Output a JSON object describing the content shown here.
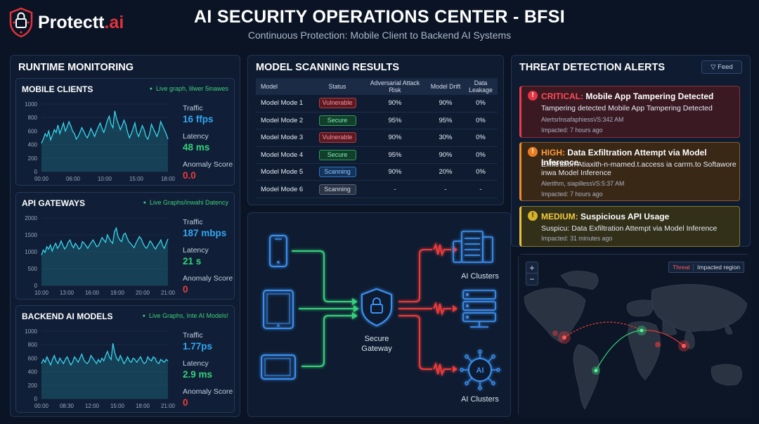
{
  "header": {
    "logo_main": "Protectt",
    "logo_accent": ".ai",
    "title": "AI SECURITY OPERATIONS CENTER - BFSI",
    "subtitle": "Continuous Protection: Mobile Client to Backend AI Systems"
  },
  "runtime": {
    "title": "RUNTIME MONITORING",
    "panels": [
      {
        "name": "MOBILE CLIENTS",
        "note": "Live graph, lilwer 5inawes",
        "y_ticks": [
          "1000",
          "800",
          "600",
          "400",
          "200",
          "0"
        ],
        "y_max": 1000,
        "x_ticks": [
          "00:00",
          "06:00",
          "10:00",
          "15:00",
          "18:00"
        ],
        "series": [
          420,
          480,
          560,
          520,
          600,
          470,
          540,
          620,
          580,
          690,
          560,
          640,
          720,
          600,
          660,
          740,
          680,
          600,
          560,
          480,
          520,
          580,
          650,
          600,
          540,
          500,
          560,
          640,
          580,
          520,
          600,
          660,
          720,
          640,
          580,
          660,
          760,
          820,
          700,
          650,
          900,
          780,
          700,
          620,
          680,
          760,
          700,
          580,
          500,
          560,
          640,
          720,
          580,
          520,
          600,
          680,
          620,
          520,
          480,
          560,
          700,
          640,
          580,
          520,
          600,
          740,
          680,
          620,
          560,
          480
        ],
        "traffic_label": "Traffic",
        "traffic": "16 ffps",
        "latency_label": "Latency",
        "latency": "48 ms",
        "anomaly_label": "Anomaly Score",
        "anomaly": "0.0"
      },
      {
        "name": "API GATEWAYS",
        "note": "Live Graphs/inwahi Datency",
        "y_ticks": [
          "2000",
          "1500",
          "1000",
          "500",
          "0"
        ],
        "y_max": 2000,
        "x_ticks": [
          "10:00",
          "13:00",
          "16:00",
          "19:00",
          "20:00",
          "21:00"
        ],
        "series": [
          900,
          1050,
          980,
          1150,
          1080,
          1200,
          1020,
          1150,
          1250,
          1100,
          1180,
          1320,
          1200,
          1080,
          1150,
          1280,
          1350,
          1200,
          1120,
          1250,
          1180,
          1080,
          1120,
          1300,
          1250,
          1180,
          1100,
          1200,
          1280,
          1350,
          1250,
          1150,
          1180,
          1300,
          1420,
          1350,
          1280,
          1500,
          1400,
          1300,
          1250,
          1600,
          1700,
          1450,
          1350,
          1300,
          1500,
          1550,
          1420,
          1300,
          1250,
          1180,
          1120,
          1250,
          1350,
          1450,
          1380,
          1250,
          1150,
          1100,
          1200,
          1320,
          1250,
          1150,
          1080,
          1180,
          1250,
          1350,
          1180,
          1100,
          1250,
          1380
        ],
        "traffic_label": "Traffic",
        "traffic": "187 mbps",
        "latency_label": "Latency",
        "latency": "21 s",
        "anomaly_label": "Anomaly Score",
        "anomaly": "0"
      },
      {
        "name": "BACKEND AI MODELS",
        "note": "Live Graphs, Inte AI Models!",
        "y_ticks": [
          "1000",
          "800",
          "600",
          "400",
          "200",
          "0"
        ],
        "y_max": 1000,
        "x_ticks": [
          "00:00",
          "08:30",
          "12:00",
          "15:00",
          "18:00",
          "21:00"
        ],
        "series": [
          520,
          580,
          540,
          620,
          560,
          500,
          580,
          640,
          560,
          520,
          600,
          560,
          520,
          580,
          620,
          560,
          500,
          540,
          620,
          580,
          540,
          600,
          660,
          580,
          540,
          520,
          560,
          640,
          600,
          560,
          520,
          580,
          540,
          600,
          560,
          640,
          700,
          620,
          580,
          820,
          680,
          600,
          560,
          640,
          580,
          520,
          560,
          620,
          560,
          540,
          600,
          580,
          540,
          580,
          620,
          560,
          520,
          540,
          620,
          580,
          560,
          620,
          600,
          540,
          520,
          580,
          560,
          540,
          580,
          560
        ],
        "traffic_label": "Traffic",
        "traffic": "1.77ps",
        "latency_label": "Latency",
        "latency": "2.9 ms",
        "anomaly_label": "Anomaly Score",
        "anomaly": "0"
      }
    ]
  },
  "scanning": {
    "title": "MODEL SCANNING RESULTS",
    "columns": [
      "Model",
      "Status",
      "Adversarial Attack Risk",
      "Model Drift",
      "Data Leakage"
    ],
    "rows": [
      {
        "model": "Model Mode 1",
        "status": "Vulnerable",
        "kind": "vuln",
        "risk": "90%",
        "drift": "90%",
        "leak": "0%",
        "risk_c": "red",
        "drift_c": "red",
        "leak_c": "red"
      },
      {
        "model": "Model Mode 2",
        "status": "Secure",
        "kind": "sec",
        "risk": "95%",
        "drift": "95%",
        "leak": "0%",
        "risk_c": "green",
        "drift_c": "green",
        "leak_c": "green"
      },
      {
        "model": "Model Mode 3",
        "status": "Vulnerable",
        "kind": "vuln",
        "risk": "90%",
        "drift": "30%",
        "leak": "0%",
        "risk_c": "red",
        "drift_c": "red",
        "leak_c": "red"
      },
      {
        "model": "Model Mode 4",
        "status": "Secure",
        "kind": "sec",
        "risk": "95%",
        "drift": "90%",
        "leak": "0%",
        "risk_c": "green",
        "drift_c": "green",
        "leak_c": "green"
      },
      {
        "model": "Model Mode 5",
        "status": "Scanning",
        "kind": "scan",
        "risk": "90%",
        "drift": "20%",
        "leak": "0%",
        "risk_c": "red",
        "drift_c": "red",
        "leak_c": "red"
      },
      {
        "model": "Model Mode 6",
        "status": "Scanning",
        "kind": "grey",
        "risk": "-",
        "drift": "-",
        "leak": "-",
        "risk_c": "plain",
        "drift_c": "plain",
        "leak_c": "plain"
      }
    ]
  },
  "flow": {
    "gateway_label_1": "Secure",
    "gateway_label_2": "Gateway",
    "cluster_top": "AI Clusters",
    "cluster_bottom": "AI Clusters",
    "ai_chip": "AI",
    "colors": {
      "green": "#35d27a",
      "red": "#ef3b3b",
      "blue": "#3a8ff0"
    }
  },
  "threats": {
    "title": "THREAT DETECTION ALERTS",
    "feed_label": "Feed",
    "alerts": [
      {
        "level": "CRITICAL:",
        "title": " Mobile App Tampering Detected",
        "desc": "Tampering detected Mobile App Tampering Detected",
        "meta1": "Alertsrlnsafaphiess\\/S:342 AM",
        "meta2": "Impacted: 7 hours ago"
      },
      {
        "level": "HIGH:",
        "title": " Data Exfiltration Attempt via Model Inference",
        "desc": "Exfiltration Atiaxith-n-mamed.t.access ia carrm.to Softawore inwa Model Inference",
        "meta1": "Alerithm, siapilless\\/S:5:37 AM",
        "meta2": "Impacted: 7 hours ago"
      },
      {
        "level": "MEDIUM:",
        "title": " Suspicious API Usage",
        "desc": "Suspicu: Data Exfiltration Attempt via Model Inference",
        "meta2": "Impacted: 31 minutes ago"
      }
    ]
  },
  "map": {
    "zoom_in": "+",
    "zoom_out": "−",
    "legend_threat": "Threat",
    "legend_region": "Impacted region"
  }
}
